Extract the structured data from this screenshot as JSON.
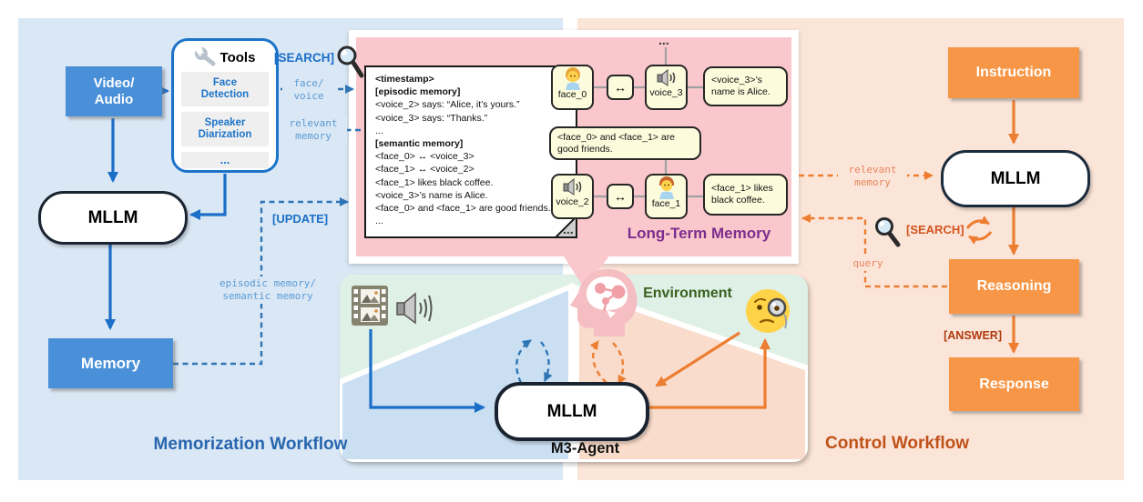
{
  "memorization": {
    "title": "Memorization Workflow",
    "video_audio_label": "Video/\nAudio",
    "tools": {
      "title": "Tools",
      "item1": "Face\nDetection",
      "item2": "Speaker\nDiarization",
      "item3": "..."
    },
    "mllm_label": "MLLM",
    "memory_label": "Memory",
    "search_tag": "[SEARCH]",
    "update_tag": "[UPDATE]",
    "face_voice_label": "face/\nvoice",
    "relevant_memory_label": "relevant\nmemory",
    "episodic_semantic_label": "episodic memory/\nsemantic memory"
  },
  "ltm": {
    "title": "Long-Term Memory",
    "note_lines": [
      "<timestamp>",
      "[episodic memory]",
      "<voice_2> says: “Alice, it’s yours.”",
      "<voice_3> says: “Thanks.”",
      "...",
      "[semantic memory]",
      "<face_0> ↔ <voice_3>",
      "<face_1> ↔ <voice_2>",
      "<face_1> likes black coffee.",
      "<voice_3>’s name is Alice.",
      "<face_0> and <face_1> are good friends.",
      "..."
    ],
    "graph": {
      "ellipsis_top": "...",
      "ellipsis_bottom": "...",
      "node_face0": "face_0",
      "node_voice3": "voice_3",
      "node_voice2": "voice_2",
      "node_face1": "face_1",
      "link_symbol": "↔",
      "fact_voice3": "<voice_3>’s\nname is Alice.",
      "fact_friends": "<face_0> and <face_1> are\ngood friends.",
      "fact_face1": "<face_1> likes\nblack coffee."
    }
  },
  "agent": {
    "environment_label": "Environment",
    "mllm_label": "MLLM",
    "m3_label": "M3-Agent"
  },
  "control": {
    "title": "Control Workflow",
    "instruction_label": "Instruction",
    "mllm_label": "MLLM",
    "reasoning_label": "Reasoning",
    "response_label": "Response",
    "relevant_memory_label": "relevant\nmemory",
    "search_tag": "[SEARCH]",
    "query_label": "query",
    "answer_tag": "[ANSWER]"
  },
  "colors": {
    "memorization_bg": "#DAE7F5",
    "control_bg": "#FBE5D8",
    "ltm_bg": "#FAC8CC",
    "fact_bg": "#FCFBDC",
    "blue_box": "#4A90D8",
    "blue_arrow": "#1B6FC8",
    "blue_dashed": "#2E75B6",
    "blue_label": "#5B9BD5",
    "orange_box": "#F79646",
    "orange_arrow": "#ED7D31",
    "orange_label": "#E8855E",
    "search_tag_orange": "#D3541C",
    "answer_tag": "#B03A10",
    "ltm_title": "#7D2E8D",
    "env_green": "#DFF0E6",
    "env_blue": "#CBDFF2",
    "env_salmon": "#F9DCCB",
    "environment_label": "#38611E",
    "memorization_title": "#2766AE",
    "control_title": "#C0511A"
  }
}
